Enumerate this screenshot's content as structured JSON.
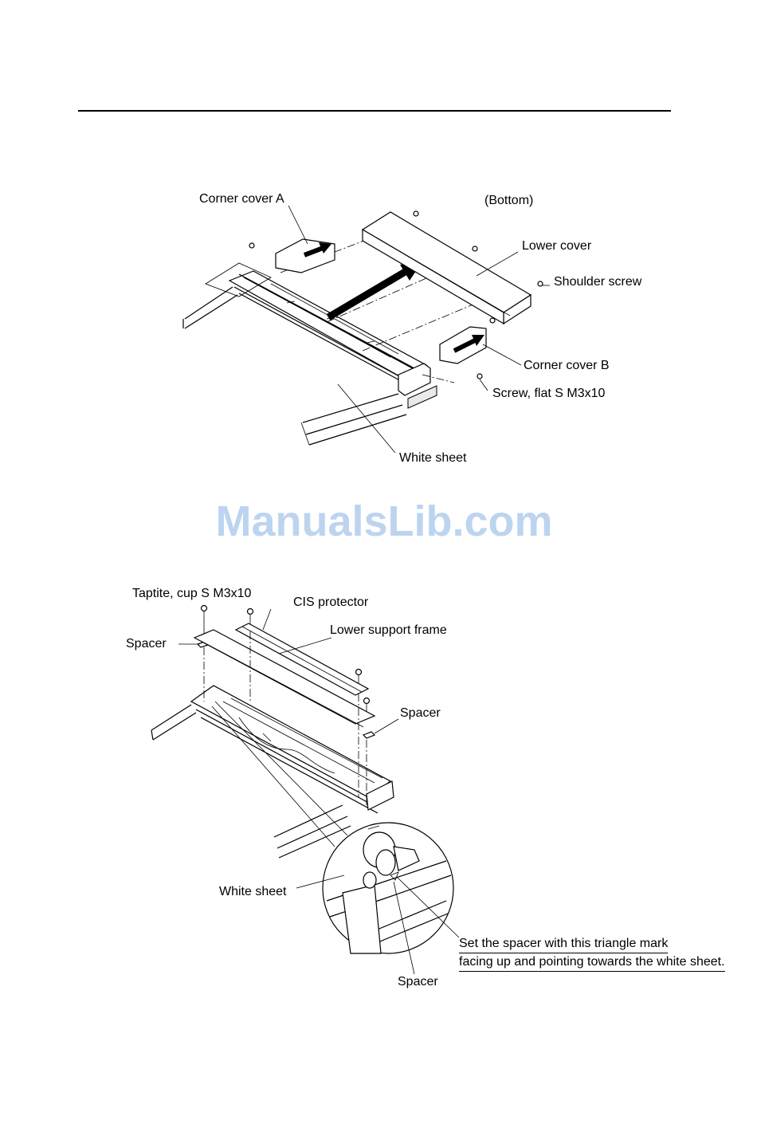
{
  "figure1": {
    "labels": {
      "corner_cover_a": "Corner cover A",
      "bottom": "(Bottom)",
      "lower_cover": "Lower cover",
      "shoulder_screw": "Shoulder screw",
      "corner_cover_b": "Corner cover B",
      "screw_flat": "Screw, flat S M3x10",
      "white_sheet": "White sheet"
    }
  },
  "watermark": "ManualsLib.com",
  "figure2": {
    "labels": {
      "taptite": "Taptite, cup S M3x10",
      "cis_protector": "CIS protector",
      "lower_support_frame": "Lower support frame",
      "spacer_left": "Spacer",
      "spacer_right": "Spacer",
      "white_sheet": "White sheet",
      "note_line1": "Set the spacer with this triangle mark",
      "note_line2": "facing up and pointing towards the white sheet.",
      "spacer_bottom": "Spacer"
    }
  }
}
